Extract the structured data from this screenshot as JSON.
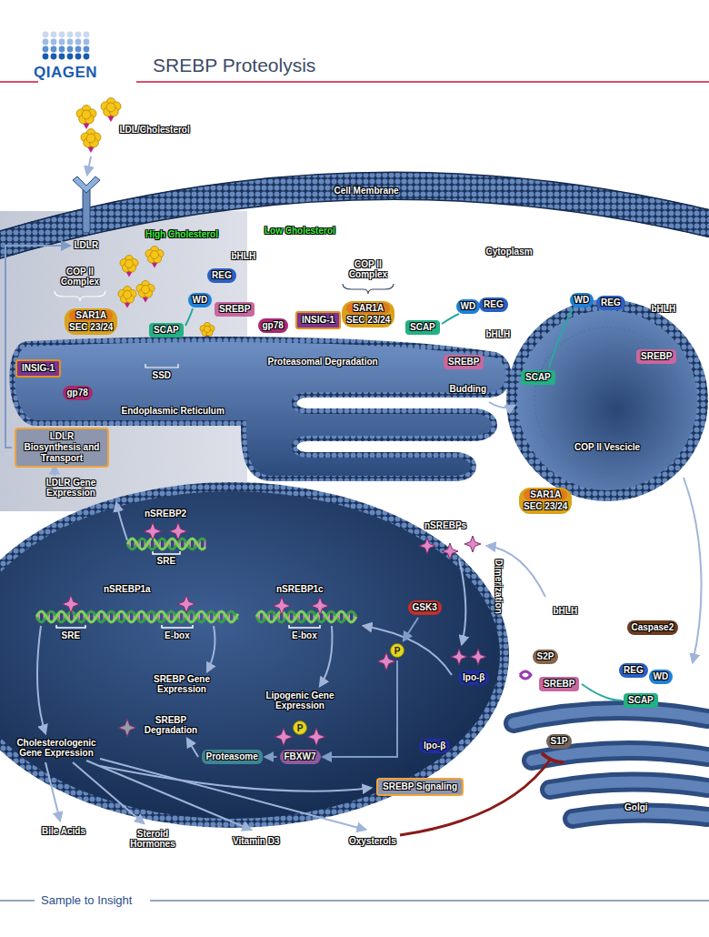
{
  "diagram": {
    "title": "SREBP Proteolysis",
    "nodes": [
      {
        "text": [
          "LDLR"
        ]
      },
      {
        "text": [
          "SAR1A",
          "SEC 23/24"
        ]
      },
      {
        "text": [
          "INSIG-1"
        ]
      },
      {
        "text": [
          "gp78"
        ]
      },
      {
        "text": [
          "SCAP"
        ]
      },
      {
        "text": [
          "WD"
        ]
      },
      {
        "text": [
          "REG"
        ]
      },
      {
        "text": [
          "SREBP"
        ]
      },
      {
        "text": [
          "gp78"
        ]
      },
      {
        "text": [
          "INSIG-1"
        ]
      },
      {
        "text": [
          "SAR1A",
          "SEC 23/24"
        ]
      },
      {
        "text": [
          "SCAP"
        ]
      },
      {
        "text": [
          "WD"
        ]
      },
      {
        "text": [
          "REG"
        ]
      },
      {
        "text": [
          "SREBP"
        ]
      },
      {
        "text": [
          "WD"
        ]
      },
      {
        "text": [
          "REG"
        ]
      },
      {
        "text": [
          "SREBP"
        ]
      },
      {
        "text": [
          "SCAP"
        ]
      },
      {
        "text": [
          "SAR1A",
          "SEC 23/24"
        ]
      },
      {
        "text": [
          "LDLR Biosynthesis and Transport"
        ]
      },
      {
        "text": [
          "GSK3"
        ]
      },
      {
        "text": [
          "Caspase2"
        ]
      },
      {
        "text": [
          "P"
        ]
      },
      {
        "text": [
          "S2P"
        ]
      },
      {
        "text": [
          "REG"
        ]
      },
      {
        "text": [
          "WD"
        ]
      },
      {
        "text": [
          "Ipo-β"
        ]
      },
      {
        "text": [
          "SREBP"
        ]
      },
      {
        "text": [
          "SCAP"
        ]
      },
      {
        "text": [
          "P"
        ]
      },
      {
        "text": [
          "FBXW7"
        ]
      },
      {
        "text": [
          "Proteasome"
        ]
      },
      {
        "text": [
          "S1P"
        ]
      },
      {
        "text": [
          "Ipo-β"
        ]
      },
      {
        "text": [
          "SREBP Signaling"
        ]
      }
    ],
    "edges": [
      {
        "from": 20,
        "to": 0,
        "arrow": "to"
      },
      {
        "from": 21,
        "to": 23,
        "arrow": "to"
      },
      {
        "from": 23,
        "to": 31,
        "arrow": "to"
      },
      {
        "from": 31,
        "to": 32,
        "arrow": "to"
      }
    ],
    "labels": [
      "QIAGEN",
      "LDL/Cholesterol",
      "Cell Membrane",
      "High Cholesterol",
      "Low Cholesterol",
      "Cytoplasm",
      "COP II Complex",
      "bHLH",
      "SSD",
      "COP II Complex",
      "bHLH",
      "Proteasomal Degradation",
      "Endoplasmic Reticulum",
      "Budding",
      "bHLH",
      "COP II Vescicle",
      "LDLR Gene Expression",
      "nSREBP2",
      "SRE",
      "nSREBPs",
      "nSREBP1a",
      "nSREBP1c",
      "Dimerization",
      "bHLH",
      "SRE",
      "E-box",
      "E-box",
      "SREBP Gene Expression",
      "Lipogenic Gene Expression",
      "SREBP Degradation",
      "Cholesterologenic Gene Expression",
      "Golgi",
      "Bile Acids",
      "Steroid Hormones",
      "Vitamin D3",
      "Oxysterols",
      "Sample to Insight"
    ]
  }
}
